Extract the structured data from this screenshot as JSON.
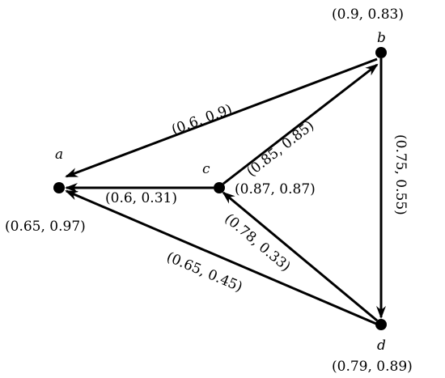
{
  "nodes": {
    "a": {
      "name": "a",
      "value": "(0.65, 0.97)"
    },
    "b": {
      "name": "b",
      "value": "(0.9, 0.83)"
    },
    "c": {
      "name": "c",
      "value": "(0.87, 0.87)"
    },
    "d": {
      "name": "d",
      "value": "(0.79, 0.89)"
    }
  },
  "edges": {
    "b_a": {
      "from": "b",
      "to": "a",
      "label": "(0.6, 0.9)"
    },
    "c_b": {
      "from": "c",
      "to": "b",
      "label": "(0.85, 0.85)"
    },
    "c_a": {
      "from": "c",
      "to": "a",
      "label": "(0.6, 0.31)"
    },
    "b_d": {
      "from": "b",
      "to": "d",
      "label": "(0.75, 0.55)"
    },
    "d_c": {
      "from": "d",
      "to": "c",
      "label": "(0.78, 0.33)"
    },
    "d_a": {
      "from": "d",
      "to": "a",
      "label": "(0.65, 0.45)"
    }
  },
  "colors": {
    "ink": "#000000",
    "background": "#ffffff"
  }
}
